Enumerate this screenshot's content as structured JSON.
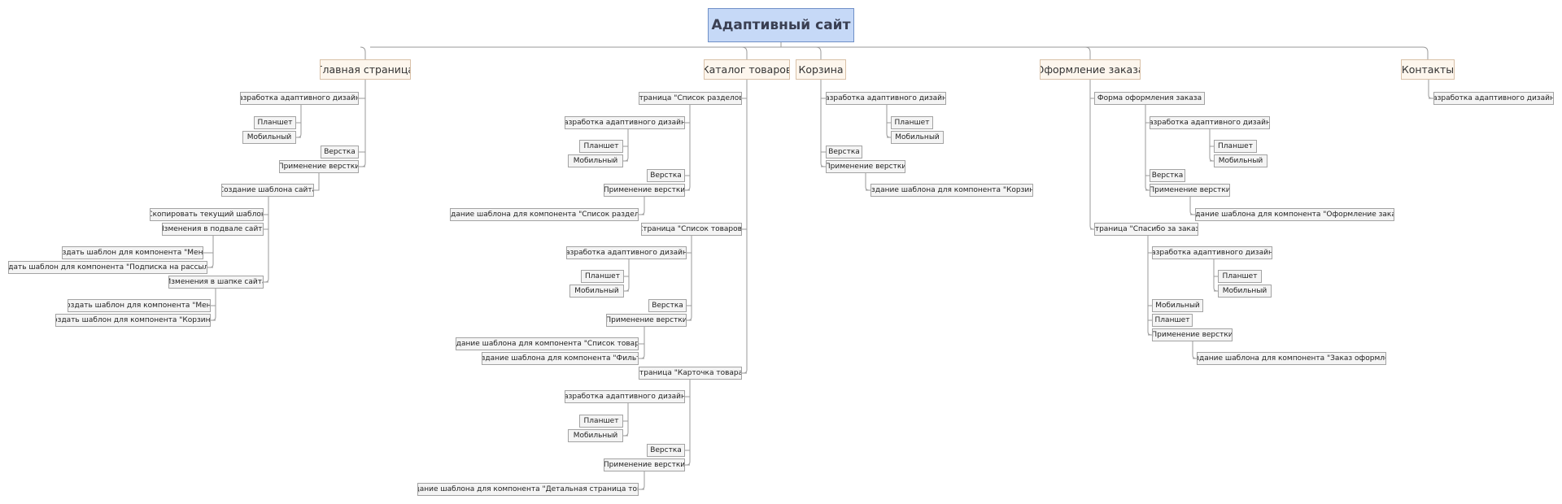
{
  "root": {
    "label": "Адаптивный сайт"
  },
  "branches": [
    {
      "label": "Главная страница",
      "children": [
        {
          "label": "Разработка адаптивного дизайна",
          "children": [
            {
              "label": "Планшет"
            },
            {
              "label": "Мобильный"
            }
          ]
        },
        {
          "label": "Верстка"
        },
        {
          "label": "Применение верстки",
          "children": [
            {
              "label": "Создание шаблона сайта",
              "children": [
                {
                  "label": "Скопировать текущий шаблон"
                },
                {
                  "label": "Изменения в подвале сайта",
                  "children": [
                    {
                      "label": "Создать шаблон для компонента \"Меню\""
                    },
                    {
                      "label": "Создать шаблон для компонента \"Подписка на рассылку\""
                    }
                  ]
                },
                {
                  "label": "Изменения в шапке сайта",
                  "children": [
                    {
                      "label": "Создать шаблон для компонента \"Меню"
                    },
                    {
                      "label": "Создать шаблон для компонента \"Корзина\""
                    }
                  ]
                }
              ]
            }
          ]
        }
      ]
    },
    {
      "label": "Каталог товаров",
      "children": [
        {
          "label": "Страница \"Список разделов\"",
          "children": [
            {
              "label": "Разработка адаптивного дизайна",
              "children": [
                {
                  "label": "Планшет"
                },
                {
                  "label": "Мобильный"
                }
              ]
            },
            {
              "label": "Верстка"
            },
            {
              "label": "Применение верстки",
              "children": [
                {
                  "label": "Создание шаблона для компонента \"Список разделов\""
                }
              ]
            }
          ]
        },
        {
          "label": "Страница \"Список товаров\"",
          "children": [
            {
              "label": "Разработка адаптивного дизайна",
              "children": [
                {
                  "label": "Планшет"
                },
                {
                  "label": "Мобильный"
                }
              ]
            },
            {
              "label": "Верстка"
            },
            {
              "label": "Применение верстки",
              "children": [
                {
                  "label": "Создание шаблона для компонента \"Список товаров\""
                },
                {
                  "label": "Создание шаблона для компонента \"Фильтр\""
                }
              ]
            }
          ]
        },
        {
          "label": "Страница \"Карточка товара\"",
          "children": [
            {
              "label": "Разработка адаптивного дизайна",
              "children": [
                {
                  "label": "Планшет"
                },
                {
                  "label": "Мобильный"
                }
              ]
            },
            {
              "label": "Верстка"
            },
            {
              "label": "Применение верстки",
              "children": [
                {
                  "label": "Создание шаблона для компонента \"Детальная страница товара"
                }
              ]
            }
          ]
        }
      ]
    },
    {
      "label": "Корзина",
      "children": [
        {
          "label": "Разработка адаптивного дизайна",
          "children": [
            {
              "label": "Планшет"
            },
            {
              "label": "Мобильный"
            }
          ]
        },
        {
          "label": "Верстка"
        },
        {
          "label": "Применение верстки",
          "children": [
            {
              "label": "Создание шаблона для компонента \"Корзина\""
            }
          ]
        }
      ]
    },
    {
      "label": "Оформление заказа",
      "children": [
        {
          "label": "Форма оформления заказа",
          "children": [
            {
              "label": "Разработка адаптивного дизайна",
              "children": [
                {
                  "label": "Планшет"
                },
                {
                  "label": "Мобильный"
                }
              ]
            },
            {
              "label": "Верстка"
            },
            {
              "label": "Применение верстки",
              "children": [
                {
                  "label": "Создание шаблона для компонента \"Оформление заказа\""
                }
              ]
            }
          ]
        },
        {
          "label": "Страница \"Спасибо за заказ\"",
          "children": [
            {
              "label": "Разработка адаптивного дизайна",
              "children": [
                {
                  "label": "Планшет"
                },
                {
                  "label": "Мобильный"
                }
              ]
            },
            {
              "label": "Мобильный"
            },
            {
              "label": "Планшет"
            },
            {
              "label": "Применение верстки",
              "children": [
                {
                  "label": "Создание шаблона для компонента \"Заказ оформлен\""
                }
              ]
            }
          ]
        }
      ]
    },
    {
      "label": "Контакты",
      "children": [
        {
          "label": "Разработка адаптивного дизайна"
        }
      ]
    }
  ],
  "colors": {
    "root_fill": "#c6d9f7",
    "root_border": "#6f8fc7",
    "branch_fill": "#fdf6ed",
    "branch_border": "#d9c1a8",
    "leaf_fill": "#f4f4f4",
    "leaf_border": "#a3a3a3",
    "connector": "#9a9a9a"
  }
}
